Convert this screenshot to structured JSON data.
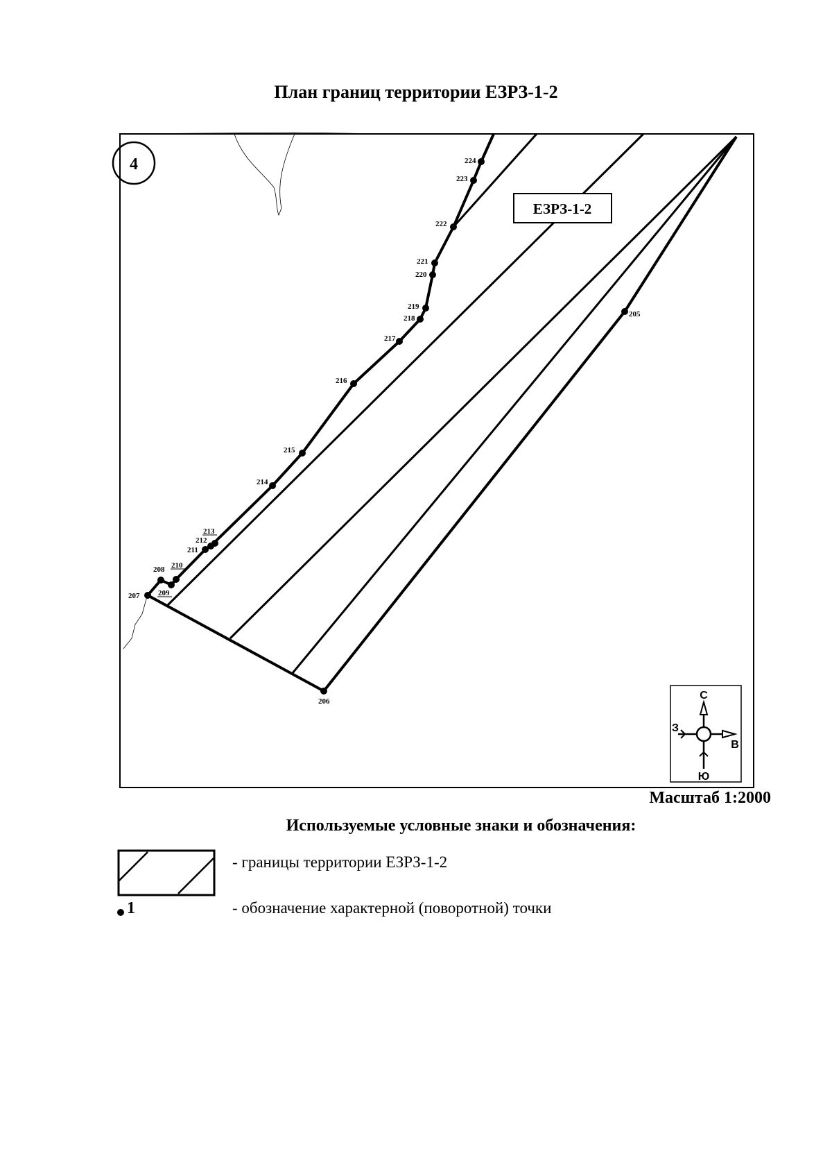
{
  "title": "План границ территории ЕЗРЗ-1-2",
  "sheet_number": "4",
  "zone_label": "ЕЗРЗ-1-2",
  "scale": "Масштаб 1:2000",
  "compass": {
    "north": "С",
    "south": "Ю",
    "west": "З",
    "east": "В"
  },
  "points": [
    "205",
    "206",
    "207",
    "208",
    "209",
    "210",
    "211",
    "212",
    "213",
    "214",
    "215",
    "216",
    "217",
    "218",
    "219",
    "220",
    "221",
    "222",
    "223",
    "224"
  ],
  "legend": {
    "title": "Используемые условные знаки и обозначения:",
    "boundary_text": "- границы территории ЕЗРЗ-1-2",
    "point_label": "1",
    "point_text": "- обозначение характерной (поворотной) точки"
  }
}
